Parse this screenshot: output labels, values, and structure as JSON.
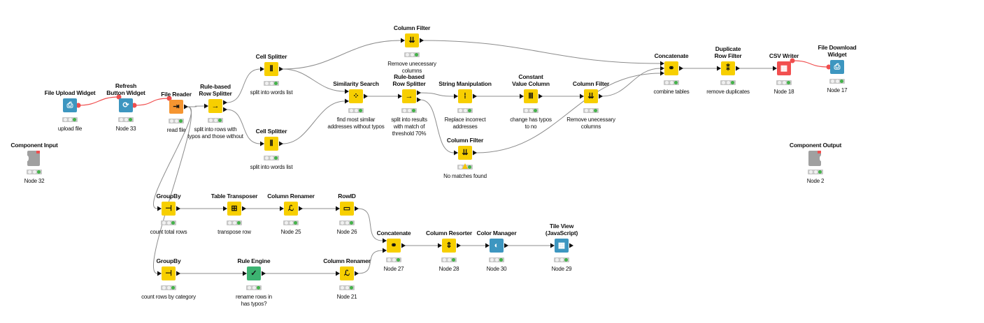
{
  "colors": {
    "manipulator": "#f7cf00",
    "source": "#f59531",
    "widget": "#3d96c0",
    "sink": "#f24f4f",
    "rule": "#3cb371",
    "component_io": "#a0a0a0",
    "wire": "#8c8c8c",
    "flow_variable": "#f04e4e",
    "status_ok": "#44b34a"
  },
  "nodes": [
    {
      "id": "file-upload-widget",
      "title": "File Upload Widget",
      "desc": "upload file",
      "kind": "widget",
      "icon": "upload-file-icon",
      "glyph": "⎙"
    },
    {
      "id": "refresh-button-widget",
      "title": "Refresh\nButton Widget",
      "desc": "Node 33",
      "kind": "widget",
      "icon": "refresh-icon",
      "glyph": "⟳"
    },
    {
      "id": "file-reader",
      "title": "File Reader",
      "desc": "read file",
      "kind": "source",
      "icon": "file-reader-icon",
      "glyph": "⇥"
    },
    {
      "id": "component-input",
      "title": "Component Input",
      "desc": "Node 32",
      "kind": "component_io",
      "icon": "component-input-icon",
      "glyph": ""
    },
    {
      "id": "rule-row-splitter-1",
      "title": "Rule-based\nRow Splitter",
      "desc": "split into rows with\ntypos and those without",
      "kind": "manipulator",
      "icon": "row-splitter-icon",
      "glyph": "→"
    },
    {
      "id": "cell-splitter-1",
      "title": "Cell Splitter",
      "desc": "split into words list",
      "kind": "manipulator",
      "icon": "cell-splitter-icon",
      "glyph": "⫴"
    },
    {
      "id": "cell-splitter-2",
      "title": "Cell Splitter",
      "desc": "split into words list",
      "kind": "manipulator",
      "icon": "cell-splitter-icon",
      "glyph": "⫴"
    },
    {
      "id": "column-filter-top",
      "title": "Column Filter",
      "desc": "Remove unecessary\ncolumns",
      "kind": "manipulator",
      "icon": "column-filter-icon",
      "glyph": "⇊"
    },
    {
      "id": "similarity-search",
      "title": "Similarity Search",
      "desc": "find most similar\naddresses without typos",
      "kind": "manipulator",
      "icon": "similarity-search-icon",
      "glyph": "⁘"
    },
    {
      "id": "rule-row-splitter-2",
      "title": "Rule-based\nRow Splitter",
      "desc": "split into results\nwith match of\nthreshold 70%",
      "kind": "manipulator",
      "icon": "row-splitter-icon",
      "glyph": "→"
    },
    {
      "id": "string-manipulation",
      "title": "String Manipulation",
      "desc": "Replace incorrect\naddresses",
      "kind": "manipulator",
      "icon": "string-manipulation-icon",
      "glyph": "⁞"
    },
    {
      "id": "constant-value-column",
      "title": "Constant\nValue Column",
      "desc": "change has typos\nto no",
      "kind": "manipulator",
      "icon": "constant-column-icon",
      "glyph": "Ⅲ"
    },
    {
      "id": "column-filter-mid",
      "title": "Column Filter",
      "desc": "Remove unecessary\ncolumns",
      "kind": "manipulator",
      "icon": "column-filter-icon",
      "glyph": "⇊"
    },
    {
      "id": "column-filter-nomatch",
      "title": "Column Filter",
      "desc": "No matches found",
      "kind": "manipulator",
      "icon": "column-filter-icon",
      "glyph": "⇊",
      "warning": true
    },
    {
      "id": "concatenate-top",
      "title": "Concatenate",
      "desc": "combine tables",
      "kind": "manipulator",
      "icon": "concatenate-icon",
      "glyph": "⚭"
    },
    {
      "id": "duplicate-row-filter",
      "title": "Duplicate\nRow Filter",
      "desc": "remove duplicates",
      "kind": "manipulator",
      "icon": "duplicate-filter-icon",
      "glyph": "⁑"
    },
    {
      "id": "csv-writer",
      "title": "CSV Writer",
      "desc": "Node 18",
      "kind": "sink",
      "icon": "csv-writer-icon",
      "glyph": "▦"
    },
    {
      "id": "file-download-widget",
      "title": "File Download\nWidget",
      "desc": "Node 17",
      "kind": "widget",
      "icon": "download-file-icon",
      "glyph": "⎙"
    },
    {
      "id": "component-output",
      "title": "Component Output",
      "desc": "Node 2",
      "kind": "component_io",
      "icon": "component-output-icon",
      "glyph": ""
    },
    {
      "id": "groupby-1",
      "title": "GroupBy",
      "desc": "count total rows",
      "kind": "manipulator",
      "icon": "groupby-icon",
      "glyph": "⊣"
    },
    {
      "id": "table-transposer",
      "title": "Table Transposer",
      "desc": "transpose row",
      "kind": "manipulator",
      "icon": "table-transposer-icon",
      "glyph": "⊞"
    },
    {
      "id": "column-renamer-1",
      "title": "Column Renamer",
      "desc": "Node 25",
      "kind": "manipulator",
      "icon": "column-renamer-icon",
      "glyph": "ℒ"
    },
    {
      "id": "rowid",
      "title": "RowID",
      "desc": "Node 26",
      "kind": "manipulator",
      "icon": "rowid-icon",
      "glyph": "▭"
    },
    {
      "id": "groupby-2",
      "title": "GroupBy",
      "desc": "count rows by category",
      "kind": "manipulator",
      "icon": "groupby-icon",
      "glyph": "⊣"
    },
    {
      "id": "rule-engine",
      "title": "Rule Engine",
      "desc": "rename rows in\nhas typos?",
      "kind": "rule",
      "icon": "rule-engine-icon",
      "glyph": "✓"
    },
    {
      "id": "column-renamer-2",
      "title": "Column Renamer",
      "desc": "Node 21",
      "kind": "manipulator",
      "icon": "column-renamer-icon",
      "glyph": "ℒ"
    },
    {
      "id": "concatenate-bottom",
      "title": "Concatenate",
      "desc": "Node 27",
      "kind": "manipulator",
      "icon": "concatenate-icon",
      "glyph": "⚭"
    },
    {
      "id": "column-resorter",
      "title": "Column Resorter",
      "desc": "Node 28",
      "kind": "manipulator",
      "icon": "column-resorter-icon",
      "glyph": "⇕"
    },
    {
      "id": "color-manager",
      "title": "Color Manager",
      "desc": "Node 30",
      "kind": "widget",
      "icon": "color-manager-icon",
      "glyph": "◐"
    },
    {
      "id": "tile-view",
      "title": "Tile View\n(JavaScript)",
      "desc": "Node 29",
      "kind": "widget",
      "icon": "tile-view-icon",
      "glyph": "▦"
    }
  ],
  "connections": [
    {
      "from": "file-reader",
      "to": "rule-row-splitter-1",
      "type": "data"
    },
    {
      "from": "file-reader",
      "to": "groupby-1",
      "type": "data"
    },
    {
      "from": "file-reader",
      "to": "groupby-2",
      "type": "data"
    },
    {
      "from": "rule-row-splitter-1",
      "to": "cell-splitter-1",
      "type": "data"
    },
    {
      "from": "rule-row-splitter-1",
      "to": "cell-splitter-2",
      "type": "data"
    },
    {
      "from": "cell-splitter-1",
      "to": "column-filter-top",
      "type": "data"
    },
    {
      "from": "cell-splitter-1",
      "to": "similarity-search",
      "type": "data"
    },
    {
      "from": "cell-splitter-2",
      "to": "similarity-search",
      "type": "data"
    },
    {
      "from": "similarity-search",
      "to": "rule-row-splitter-2",
      "type": "data"
    },
    {
      "from": "rule-row-splitter-2",
      "to": "string-manipulation",
      "type": "data"
    },
    {
      "from": "rule-row-splitter-2",
      "to": "column-filter-nomatch",
      "type": "data"
    },
    {
      "from": "string-manipulation",
      "to": "constant-value-column",
      "type": "data"
    },
    {
      "from": "constant-value-column",
      "to": "column-filter-mid",
      "type": "data"
    },
    {
      "from": "column-filter-top",
      "to": "concatenate-top",
      "type": "data"
    },
    {
      "from": "column-filter-mid",
      "to": "concatenate-top",
      "type": "data"
    },
    {
      "from": "column-filter-nomatch",
      "to": "concatenate-top",
      "type": "data"
    },
    {
      "from": "concatenate-top",
      "to": "duplicate-row-filter",
      "type": "data"
    },
    {
      "from": "duplicate-row-filter",
      "to": "csv-writer",
      "type": "data"
    },
    {
      "from": "groupby-1",
      "to": "table-transposer",
      "type": "data"
    },
    {
      "from": "table-transposer",
      "to": "column-renamer-1",
      "type": "data"
    },
    {
      "from": "column-renamer-1",
      "to": "rowid",
      "type": "data"
    },
    {
      "from": "rowid",
      "to": "concatenate-bottom",
      "type": "data"
    },
    {
      "from": "groupby-2",
      "to": "rule-engine",
      "type": "data"
    },
    {
      "from": "rule-engine",
      "to": "column-renamer-2",
      "type": "data"
    },
    {
      "from": "column-renamer-2",
      "to": "concatenate-bottom",
      "type": "data"
    },
    {
      "from": "concatenate-bottom",
      "to": "column-resorter",
      "type": "data"
    },
    {
      "from": "column-resorter",
      "to": "color-manager",
      "type": "data"
    },
    {
      "from": "color-manager",
      "to": "tile-view",
      "type": "data"
    },
    {
      "from": "file-upload-widget",
      "to": "refresh-button-widget",
      "type": "flow"
    },
    {
      "from": "refresh-button-widget",
      "to": "file-reader",
      "type": "flow"
    },
    {
      "from": "csv-writer",
      "to": "file-download-widget",
      "type": "flow"
    }
  ]
}
